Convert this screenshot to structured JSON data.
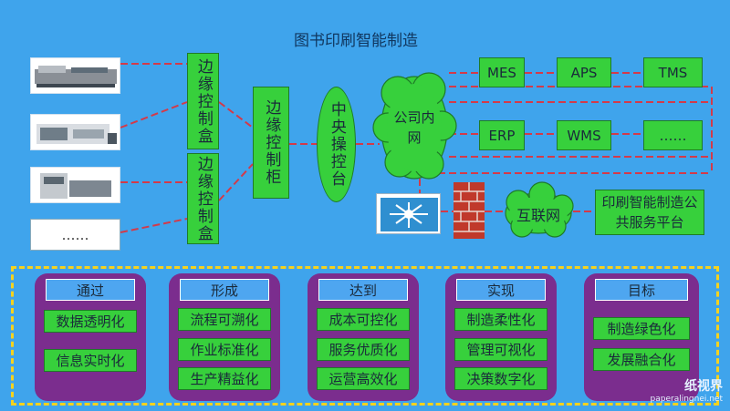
{
  "title": "图书印刷智能制造",
  "machines": [
    "……"
  ],
  "edge_box_1": "边缘控制盒",
  "edge_box_2": "边缘控制盒",
  "edge_cabinet": "边缘控制柜",
  "central_console": "中央操控台",
  "intranet": "公司内网",
  "systems": [
    "MES",
    "APS",
    "TMS",
    "ERP",
    "WMS",
    "……"
  ],
  "internet": "互联网",
  "platform": "印刷智能制造公共服务平台",
  "categories": [
    {
      "title": "通过",
      "items": [
        "数据透明化",
        "信息实时化"
      ]
    },
    {
      "title": "形成",
      "items": [
        "流程可溯化",
        "作业标准化",
        "生产精益化"
      ]
    },
    {
      "title": "达到",
      "items": [
        "成本可控化",
        "服务优质化",
        "运营高效化"
      ]
    },
    {
      "title": "实现",
      "items": [
        "制造柔性化",
        "管理可视化",
        "决策数字化"
      ]
    },
    {
      "title": "目标",
      "items": [
        "制造绿色化",
        "发展融合化"
      ]
    }
  ],
  "watermark": {
    "name": "纸视界",
    "url": "paperalingnei.net"
  },
  "colors": {
    "background": "#3fa4ec",
    "node": "#37d03c",
    "category": "#7b2d8e",
    "connector": "#c0392b",
    "frame": "#f5d21e"
  },
  "icons": [
    "switch-icon",
    "firewall-icon"
  ]
}
